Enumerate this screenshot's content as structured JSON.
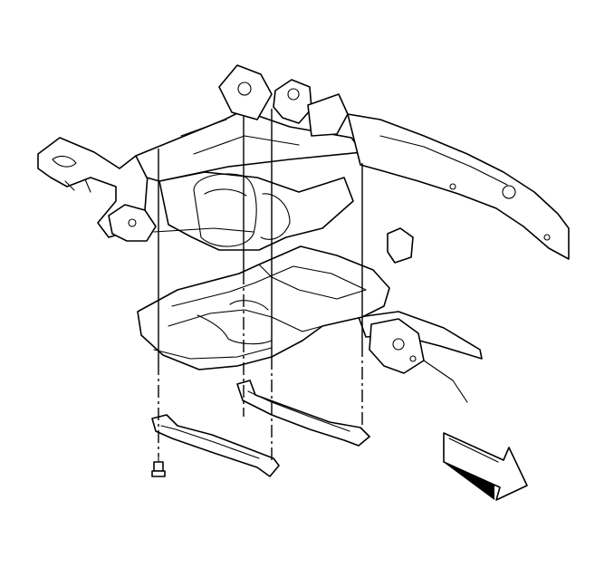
{
  "diagram": {
    "parts": [
      {
        "id": "frame-assembly"
      },
      {
        "id": "transfer-case-shield"
      },
      {
        "id": "front-bracket"
      },
      {
        "id": "rear-bracket"
      },
      {
        "id": "bolt"
      }
    ],
    "orientation_arrow": {
      "icon": "front-direction-arrow-icon"
    },
    "colors": {
      "line": "#000000",
      "background": "#ffffff"
    }
  }
}
